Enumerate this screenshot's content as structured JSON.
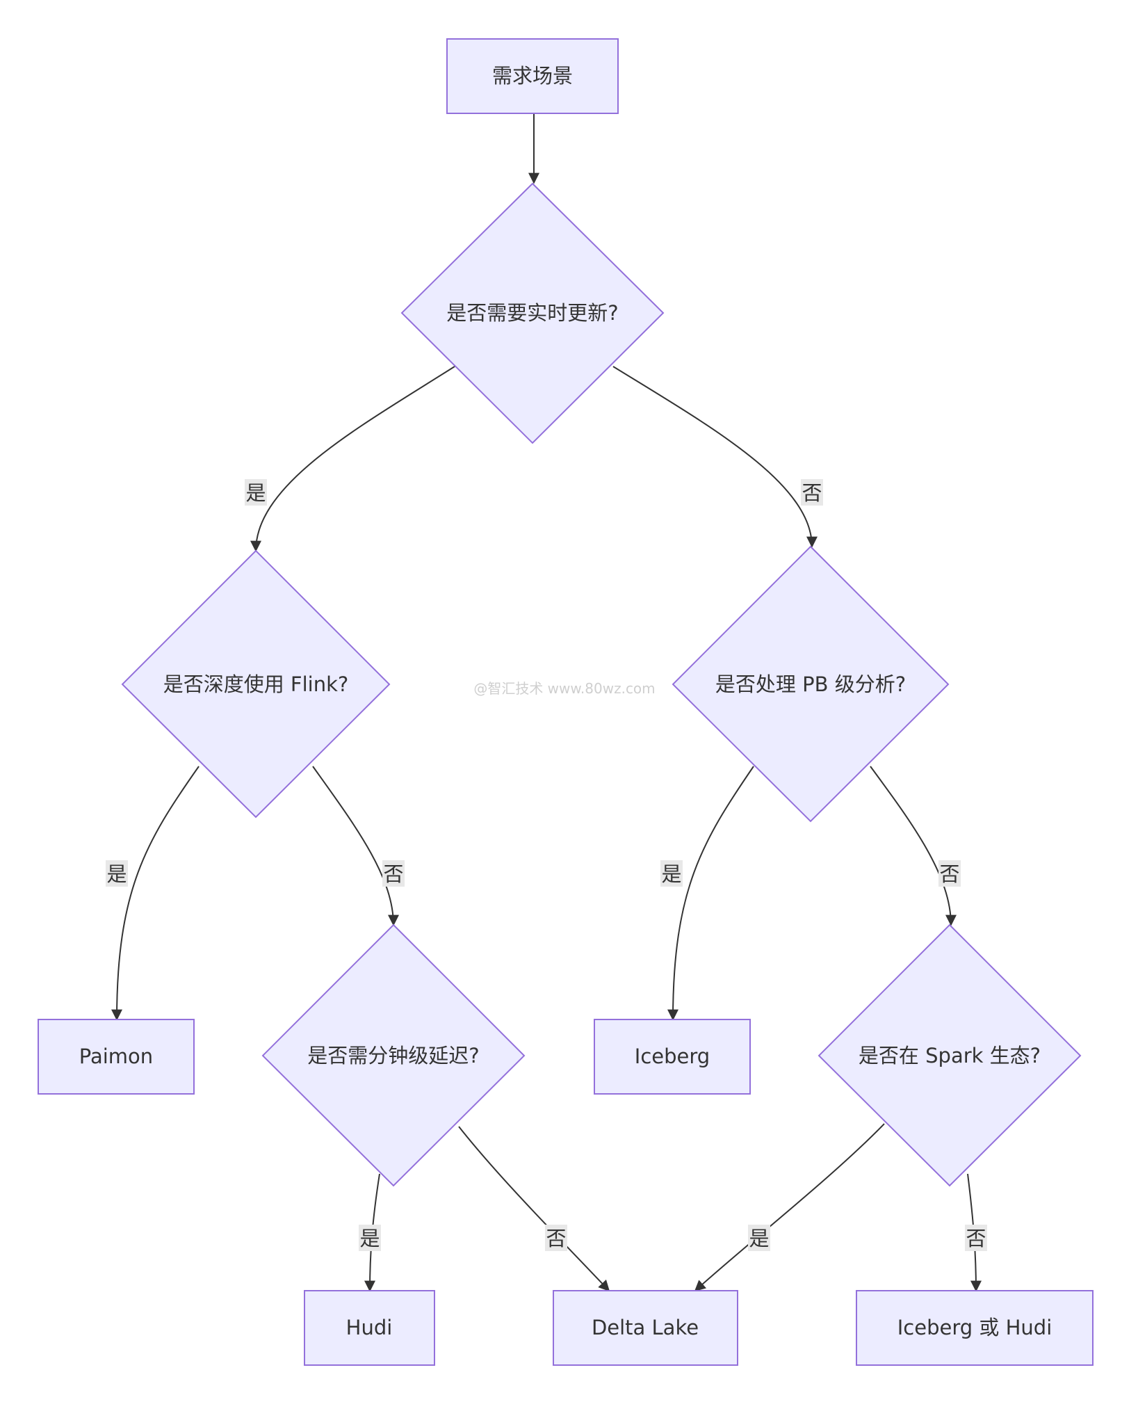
{
  "nodes": {
    "start": "需求场景",
    "q_realtime": "是否需要实时更新?",
    "q_flink": "是否深度使用 Flink?",
    "q_pb": "是否处理 PB 级分析?",
    "q_minute": "是否需分钟级延迟?",
    "q_spark": "是否在 Spark 生态?",
    "paimon": "Paimon",
    "iceberg": "Iceberg",
    "hudi": "Hudi",
    "delta": "Delta Lake",
    "iceberg_or_hudi": "Iceberg 或 Hudi"
  },
  "edge_labels": {
    "realtime_yes": "是",
    "realtime_no": "否",
    "flink_yes": "是",
    "flink_no": "否",
    "pb_yes": "是",
    "pb_no": "否",
    "minute_yes": "是",
    "minute_no": "否",
    "spark_yes": "是",
    "spark_no": "否"
  },
  "watermark": "@智汇技术 www.80wz.com",
  "colors": {
    "node_fill": "#ECECFF",
    "node_stroke": "#9370DB",
    "edge": "#333333",
    "label_bg": "#e8e8e8"
  }
}
